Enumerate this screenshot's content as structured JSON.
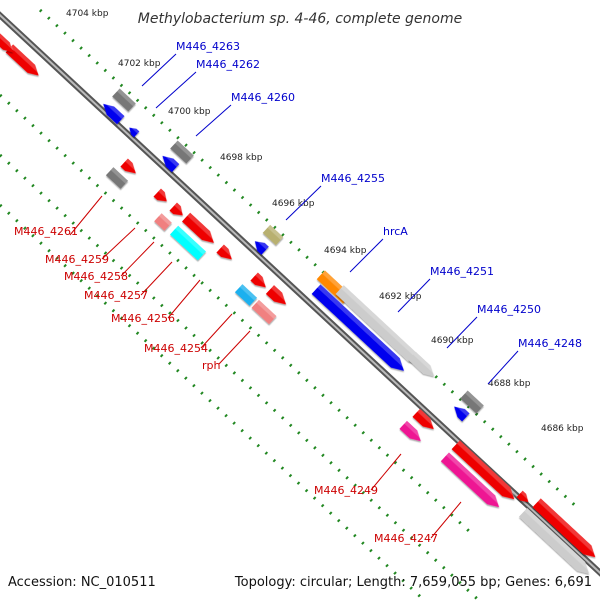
{
  "title": "Methylobacterium sp. 4-46, complete genome",
  "accession": "Accession: NC_010511",
  "topology": "Topology: circular; Length: 7,659,055 bp; Genes: 6,691",
  "colors": {
    "red": "#ee0000",
    "gray": "#777777",
    "blue": "#0000ee",
    "salmon": "#f08080",
    "cyan": "#00ffff",
    "skyblue": "#1ab0ee",
    "olive": "#b8b070",
    "orange": "#ff8800",
    "lightgray": "#cccccc",
    "magenta": "#ee1493",
    "tick": "#228822",
    "forward_label": "#0000cc",
    "reverse_label": "#cc0000"
  },
  "kbp_ticks": [
    "4704 kbp",
    "4702 kbp",
    "4700 kbp",
    "4698 kbp",
    "4696 kbp",
    "4694 kbp",
    "4692 kbp",
    "4690 kbp",
    "4688 kbp",
    "4686 kbp"
  ],
  "forward_labels": [
    "M446_4263",
    "M446_4262",
    "M446_4260",
    "M446_4255",
    "hrcA",
    "M446_4251",
    "M446_4250",
    "M446_4248"
  ],
  "reverse_labels": [
    "M446_4261",
    "M446_4259",
    "M446_4258",
    "M446_4257",
    "M446_4256",
    "M446_4254",
    "rph",
    "M446_4249",
    "M446_4247"
  ]
}
